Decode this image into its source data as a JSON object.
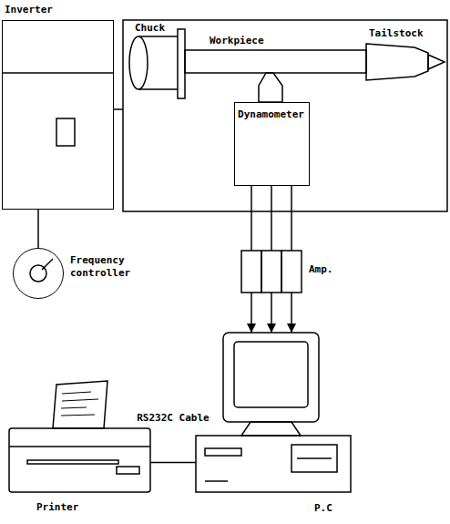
{
  "diagram": {
    "nodes": [
      {
        "text": [
          "Inverter"
        ]
      },
      {
        "text": [
          "Frequency controller"
        ]
      },
      {
        "text": [
          "Dynamometer"
        ]
      },
      {
        "text": [
          "Amp."
        ]
      },
      {
        "text": [
          "P.C"
        ]
      },
      {
        "text": [
          "Printer"
        ]
      }
    ],
    "edges": [
      {
        "from": 0,
        "to": 1,
        "arrow": "none"
      },
      {
        "from": 2,
        "to": 3,
        "arrow": "none"
      },
      {
        "from": 3,
        "to": 4,
        "arrow": "to"
      },
      {
        "from": 5,
        "to": 4,
        "label": "RS232C Cable",
        "arrow": "none"
      }
    ],
    "labels": [
      "Chuck",
      "Workpiece",
      "Tailstock"
    ]
  }
}
